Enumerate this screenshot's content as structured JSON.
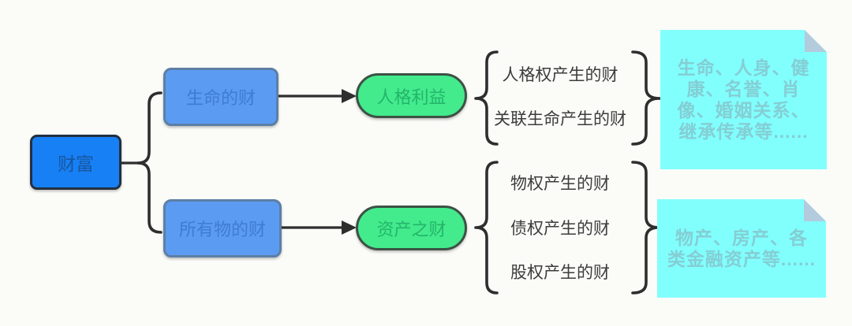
{
  "diagram": {
    "root": {
      "label": "财富"
    },
    "branches": [
      {
        "category": {
          "label": "生命的财"
        },
        "result": {
          "label": "人格利益"
        },
        "items": [
          {
            "label": "人格权产生的财"
          },
          {
            "label": "关联生命产生的财"
          }
        ],
        "note": {
          "text": "生命、人身、健\n康、名誉、肖\n像、婚姻关系、\n继承传承等......"
        }
      },
      {
        "category": {
          "label": "所有物的财"
        },
        "result": {
          "label": "资产之财"
        },
        "items": [
          {
            "label": "物权产生的财"
          },
          {
            "label": "债权产生的财"
          },
          {
            "label": "股权产生的财"
          }
        ],
        "note": {
          "text": "物产、房产、各\n类金融资产等......"
        }
      }
    ],
    "colors": {
      "canvas_bg": "#FBFBF8",
      "line": "#2E2E2E",
      "root_fill": "#1780F5",
      "root_border": "#22303F",
      "root_text": "#1856A0",
      "child_fill": "#5B9BF2",
      "child_border": "#5C7FA6",
      "child_text": "#3F7CD2",
      "pill_fill": "#43EB8C",
      "pill_border": "#3C5245",
      "pill_text": "#23B56A",
      "item_text": "#3C3C3C",
      "note_fill": "#81FFFD",
      "note_text": "#84CED4",
      "note_fold": "#B3CBDC"
    }
  }
}
